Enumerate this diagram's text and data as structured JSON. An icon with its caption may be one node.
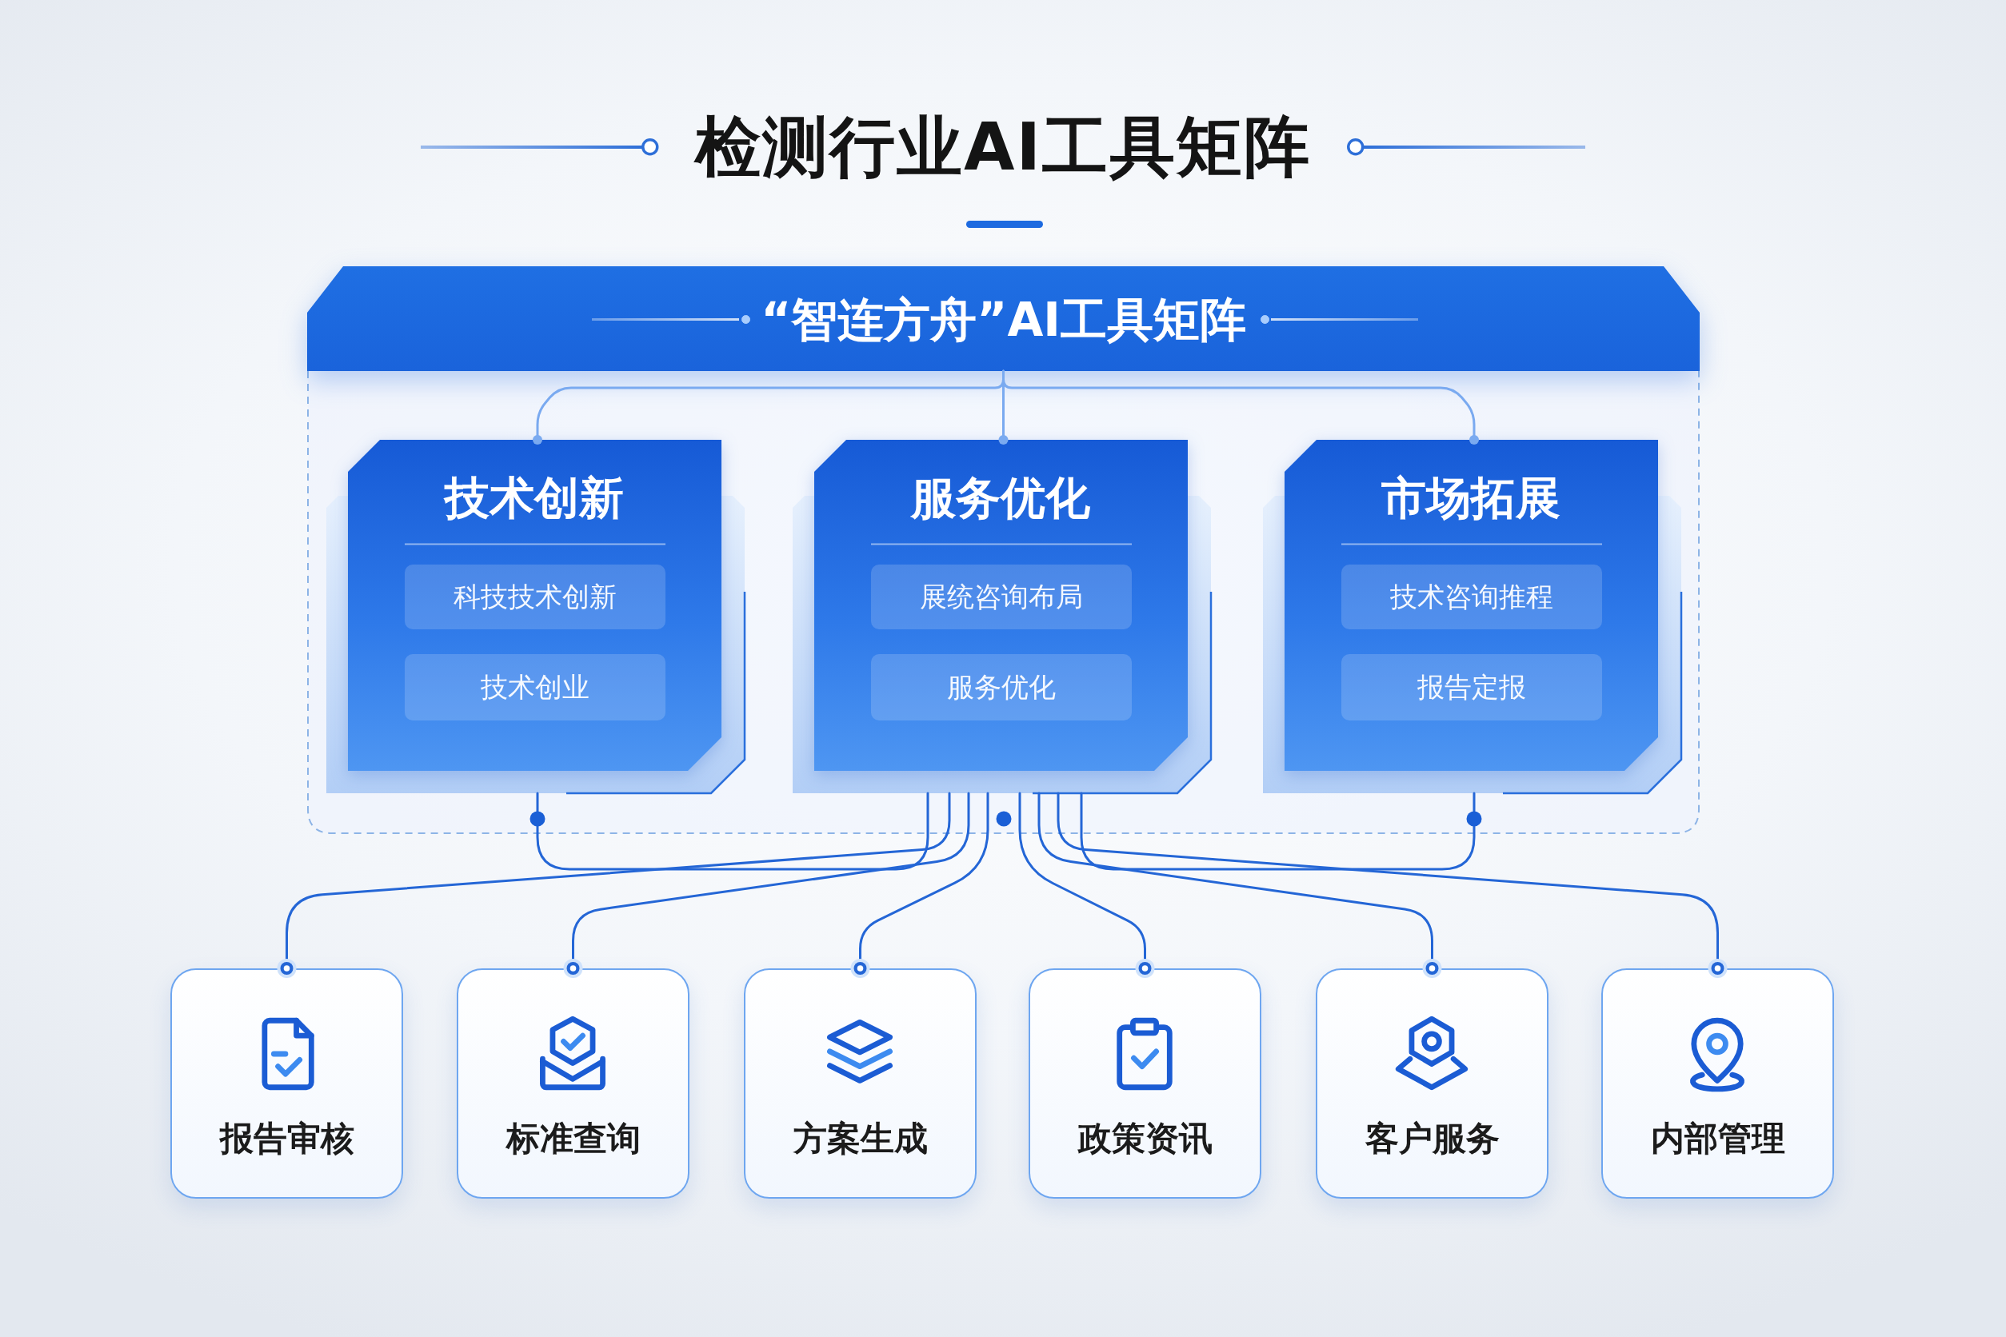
{
  "diagram": {
    "title": "检测行业AI工具矩阵",
    "nodes": [
      {
        "text": [
          "“智连方舟”AI工具矩阵"
        ]
      },
      {
        "text": [],
        "shape": "box"
      },
      {
        "text": [
          "技术创新"
        ],
        "in": 1
      },
      {
        "text": [
          "科技技术创新"
        ],
        "in": 2
      },
      {
        "text": [
          "技术创业"
        ],
        "in": 2
      },
      {
        "text": [
          "服务优化"
        ],
        "in": 1
      },
      {
        "text": [
          "展统咨询布局"
        ],
        "in": 5
      },
      {
        "text": [
          "服务优化"
        ],
        "in": 5
      },
      {
        "text": [
          "市场拓展"
        ],
        "in": 1
      },
      {
        "text": [
          "技术咨询推程"
        ],
        "in": 8
      },
      {
        "text": [
          "报告定报"
        ],
        "in": 8
      },
      {
        "text": [
          "报告审核"
        ]
      },
      {
        "text": [
          "标准查询"
        ]
      },
      {
        "text": [
          "方案生成"
        ]
      },
      {
        "text": [
          "政策资讯"
        ]
      },
      {
        "text": [
          "客户服务"
        ]
      },
      {
        "text": [
          "内部管理"
        ]
      }
    ],
    "edges": [
      {
        "from": 0,
        "to": 2,
        "arrow": "other",
        "color": "#7aaaf0"
      },
      {
        "from": 0,
        "to": 5,
        "arrow": "other",
        "color": "#7aaaf0"
      },
      {
        "from": 0,
        "to": 8,
        "arrow": "other",
        "color": "#7aaaf0"
      },
      {
        "from": 2,
        "to": 5,
        "arrow": "none"
      },
      {
        "from": 8,
        "to": 5,
        "arrow": "none"
      },
      {
        "from": 5,
        "to": 11,
        "arrow": "other"
      },
      {
        "from": 5,
        "to": 12,
        "arrow": "other"
      },
      {
        "from": 5,
        "to": 13,
        "arrow": "other"
      },
      {
        "from": 5,
        "to": 14,
        "arrow": "other"
      },
      {
        "from": 5,
        "to": 15,
        "arrow": "other"
      },
      {
        "from": 5,
        "to": 16,
        "arrow": "other"
      }
    ]
  }
}
